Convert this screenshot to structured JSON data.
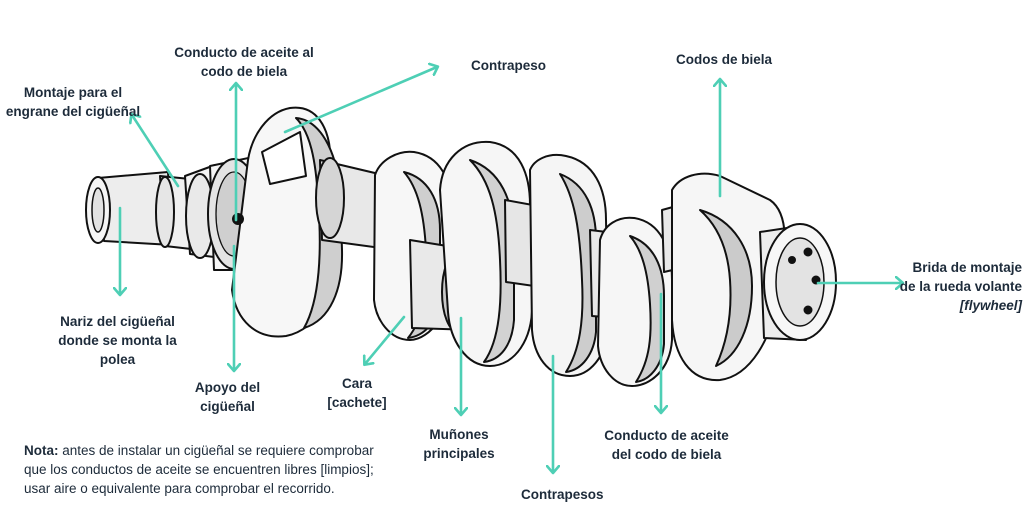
{
  "labels": {
    "conducto_top": [
      "Conducto de aceite al",
      "codo de biela"
    ],
    "contrapeso": [
      "Contrapeso"
    ],
    "codos": [
      "Codos de biela"
    ],
    "montaje": [
      "Montaje para el",
      "engrane del cigüeñal"
    ],
    "brida": [
      "Brida de montaje",
      "de la rueda volante",
      "[flywheel]"
    ],
    "nariz": [
      "Nariz del cigüeñal",
      "donde se monta la",
      "polea"
    ],
    "apoyo": [
      "Apoyo del",
      "cigüeñal"
    ],
    "cara": [
      "Cara",
      "[cachete]"
    ],
    "munones": [
      "Muñones",
      "principales"
    ],
    "contrapesos": [
      "Contrapesos"
    ],
    "conducto_bottom": [
      "Conducto de aceite",
      "del codo de biela"
    ]
  },
  "note": {
    "bold": "Nota:",
    "lines": [
      "antes de instalar un cigüeñal se requiere comprobar",
      "que los conductos de aceite se encuentren libres [limpios];",
      "usar aire o equivalente para comprobar el recorrido."
    ]
  },
  "colors": {
    "arrow": "#4ecfb5",
    "outline": "#111111",
    "metal_light": "#f2f2f2",
    "metal_mid": "#d9d9d9",
    "metal_dark": "#bdbdbd",
    "text": "#1d2b3a"
  }
}
